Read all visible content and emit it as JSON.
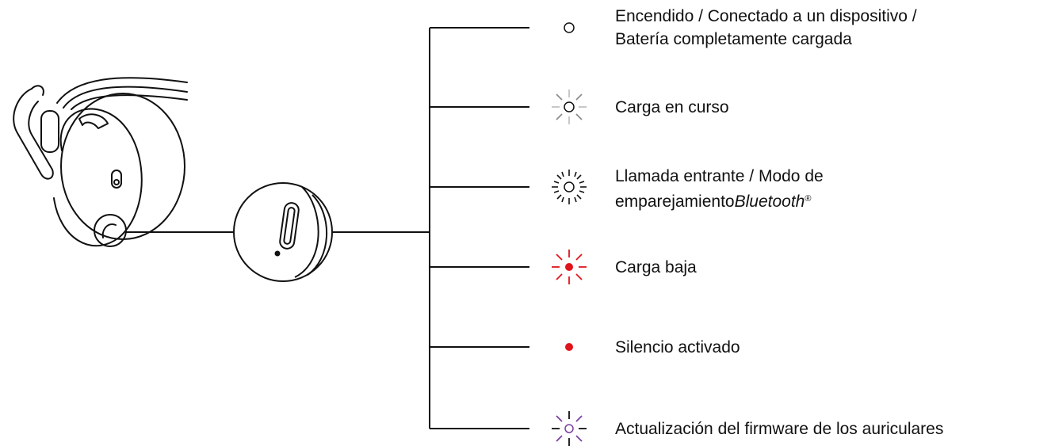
{
  "legend": {
    "items": [
      {
        "id": "on",
        "indicator": "steady-white-dot-icon",
        "indicator_color": "#ffffff",
        "line1": "Encendido / Conectado a un dispositivo /",
        "line2": "Batería completamente cargada"
      },
      {
        "id": "charging",
        "indicator": "pulsing-white-icon",
        "indicator_color": "#ffffff",
        "line1": "Carga en curso"
      },
      {
        "id": "pairing",
        "indicator": "fast-blinking-white-icon",
        "indicator_color": "#ffffff",
        "line1": "Llamada entrante / Modo de",
        "line2_prefix": "emparejamiento",
        "line2_italic": "Bluetooth",
        "line2_sup": "®"
      },
      {
        "id": "low-battery",
        "indicator": "pulsing-red-icon",
        "indicator_color": "#e0151c",
        "line1": "Carga baja"
      },
      {
        "id": "mute",
        "indicator": "steady-red-dot-icon",
        "indicator_color": "#e0151c",
        "line1": "Silencio activado"
      },
      {
        "id": "firmware",
        "indicator": "pulsing-purple-icon",
        "indicator_color": "#7b3fa0",
        "line1": "Actualización del firmware de los auriculares"
      }
    ]
  }
}
